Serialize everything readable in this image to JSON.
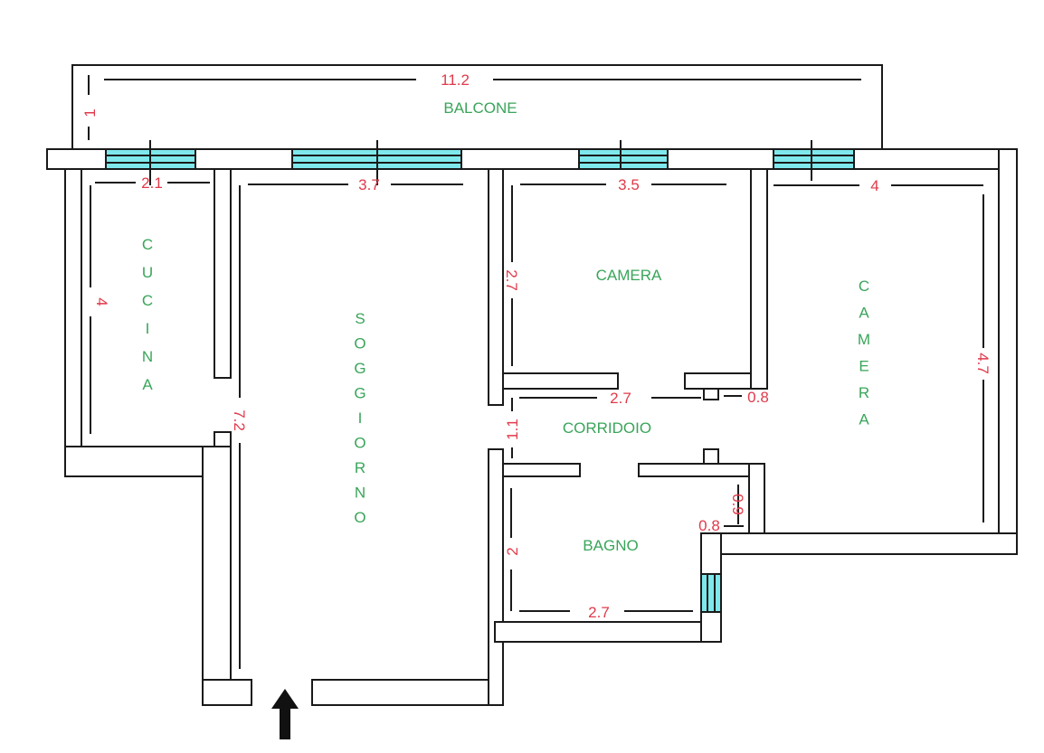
{
  "rooms": {
    "balcone": "BALCONE",
    "cucina": "CUCINA",
    "soggiorno": "SOGGIORNO",
    "camera1": "CAMERA",
    "camera2": "CAMERA",
    "corridoio": "CORRIDOIO",
    "bagno": "BAGNO"
  },
  "dimensions": {
    "balcone_width": "11.2",
    "balcone_depth": "1",
    "cucina_width": "2.1",
    "cucina_length": "4",
    "soggiorno_width": "3.7",
    "soggiorno_length": "7.2",
    "camera1_width": "3.5",
    "camera1_length": "2.7",
    "camera2_width": "4",
    "camera2_length": "4.7",
    "corridoio_length": "2.7",
    "corridoio_width": "1.1",
    "corridoio_door": "0.8",
    "bagno_width": "2.7",
    "bagno_length": "2",
    "bagno_recess_w": "0.8",
    "bagno_recess_h": "0.9"
  },
  "colors": {
    "walls": "#1a1a1a",
    "windows": "#7ee8ec",
    "dimensions": "#e03a4a",
    "room_labels": "#3aa55a"
  },
  "entrance_icon": "arrow-up-icon"
}
